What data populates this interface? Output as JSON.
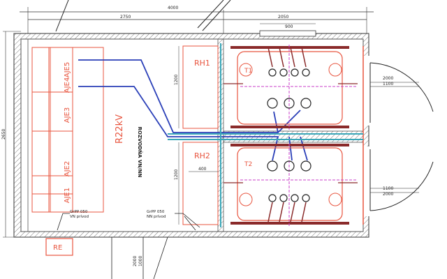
{
  "dimensions": {
    "total": "4000",
    "left_width": "2750",
    "right_width": "2050",
    "vent": "900",
    "height": "2650",
    "gap_rh1": "1200",
    "gap_rh2": "1200",
    "rh_width": "400",
    "door_top_a": "2000",
    "door_top_b": "1100",
    "door_bottom_a": "1100",
    "door_bottom_b": "2000",
    "bottom_a": "2000",
    "bottom_b": "1000"
  },
  "switchgear": {
    "cells": [
      "AJE5",
      "AJE4",
      "AJE3",
      "AJE2",
      "AJE1"
    ],
    "voltage_label": "R22kV"
  },
  "labels": {
    "rozvodna": "ROZVODŇA VN/NN",
    "cable_left_line1": "GrPP 050",
    "cable_left_line2": "VN prívod",
    "cable_right_line1": "GrPP 050",
    "cable_right_line2": "NN prívod",
    "re": "RE"
  },
  "transformers": [
    {
      "name": "T1",
      "rh": "RH1"
    },
    {
      "name": "T2",
      "rh": "RH2"
    }
  ],
  "colors": {
    "wall": "#555555",
    "red": "#e8553f",
    "blue": "#2a3fb8",
    "cyan": "#3aa7b8",
    "purple": "#c93fc9",
    "dark_red": "#8a2a2a"
  }
}
